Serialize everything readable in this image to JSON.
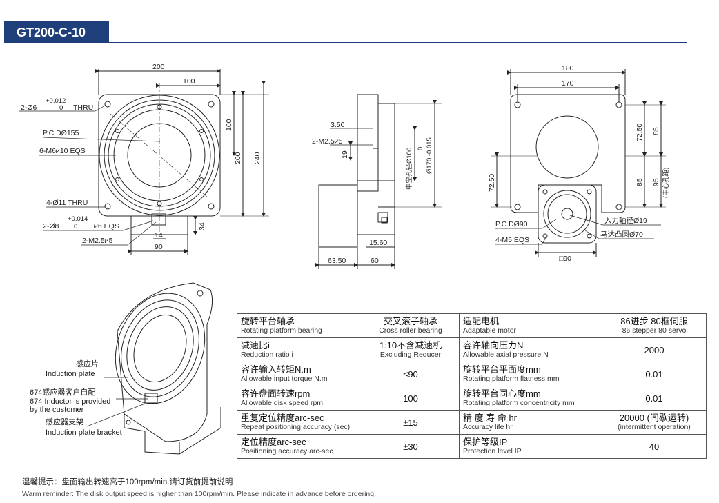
{
  "header": {
    "model": "GT200-C-10"
  },
  "front_view": {
    "dim_200": "200",
    "dim_100_top": "100",
    "dim_100_right": "100",
    "dim_200_right": "200",
    "dim_240": "240",
    "hole_tol_upper": "+0.012",
    "hole_tol_lower": "0",
    "hole_callout": "2-Ø6",
    "thru": "THRU",
    "pcd": "P.C.DØ155",
    "m6": "6-M6⩗10 EQS",
    "hole11": "4-Ø11 THRU",
    "pin_tol_upper": "+0.014",
    "pin_tol_lower": "0",
    "pin_callout": "2-Ø8",
    "pin_depth": "⩗6 EQS",
    "m25": "2-M2.5⩗5",
    "dim_14": "14",
    "dim_34": "34",
    "dim_90": "90"
  },
  "side_view": {
    "dim_350": "3.50",
    "m25": "2-M2.5⩗5",
    "dim_19": "19",
    "bore": "中空孔径Ø100",
    "tol_upper": "0",
    "tol_lower": "Ø170 -0.015",
    "dim_1560": "15.60",
    "dim_6350": "63.50",
    "dim_60": "60"
  },
  "rear_view": {
    "dim_180": "180",
    "dim_170": "170",
    "dim_7250_a": "72.50",
    "dim_85_a": "85",
    "dim_85_b": "85",
    "dim_95": "95",
    "center_hole": "(中心孔距)",
    "dim_7250_b": "72.50",
    "pcd90": "P.C.DØ90",
    "m5": "4-M5 EQS",
    "input_shaft": "入力轴径Ø19",
    "motor_boss": "马达凸圆Ø70",
    "square90": "□90"
  },
  "iso_labels": {
    "induction_plate_cn": "感应片",
    "induction_plate_en": "Induction plate",
    "inductor_cn": "674感应器客户自配",
    "inductor_en1": "674 Inductor is provided",
    "inductor_en2": "by the customer",
    "bracket_cn": "感应器支架",
    "bracket_en": "Induction plate bracket"
  },
  "specs": [
    {
      "l_cn": "旋转平台轴承",
      "l_en": "Rotating platform bearing",
      "v1_cn": "交叉滚子轴承",
      "v1_en": "Cross roller bearing",
      "r_cn": "适配电机",
      "r_en": "Adaptable motor",
      "v2_cn": "86进步 80框伺服",
      "v2_en": "86 stepper 80 servo"
    },
    {
      "l_cn": "减速比i",
      "l_en": "Reduction ratio i",
      "v1_cn": "1:10不含减速机",
      "v1_en": "Excluding Reducer",
      "r_cn": "容许轴向压力N",
      "r_en": "Allowable axial pressure N",
      "v2_cn": "2000",
      "v2_en": ""
    },
    {
      "l_cn": "容许输入转矩N.m",
      "l_en": "Allowable input torque N.m",
      "v1_cn": "≤90",
      "v1_en": "",
      "r_cn": "旋转平台平面度mm",
      "r_en": "Rotating platform flatness mm",
      "v2_cn": "0.01",
      "v2_en": ""
    },
    {
      "l_cn": "容许盘面转速rpm",
      "l_en": "Allowable disk speed rpm",
      "v1_cn": "100",
      "v1_en": "",
      "r_cn": "旋转平台同心度mm",
      "r_en": "Rotating platform concentricity mm",
      "v2_cn": "0.01",
      "v2_en": ""
    },
    {
      "l_cn": "重复定位精度arc-sec",
      "l_en": "Repeat positioning accuracy (sec)",
      "v1_cn": "±15",
      "v1_en": "",
      "r_cn": "精 度 寿 命 hr",
      "r_en": "Accuracy life hr",
      "v2_cn": "20000 (间歇运转)",
      "v2_en": "(intermittent operation)"
    },
    {
      "l_cn": "定位精度arc-sec",
      "l_en": "Positioning accuracy arc-sec",
      "v1_cn": "±30",
      "v1_en": "",
      "r_cn": "保护等级IP",
      "r_en": "Protection level IP",
      "v2_cn": "40",
      "v2_en": ""
    }
  ],
  "reminder": {
    "cn": "温馨提示：盘面输出转速高于100rpm/min.请订货前提前说明",
    "en": "Warm reminder: The disk output speed is higher than 100rpm/min. Please indicate in advance before ordering."
  }
}
